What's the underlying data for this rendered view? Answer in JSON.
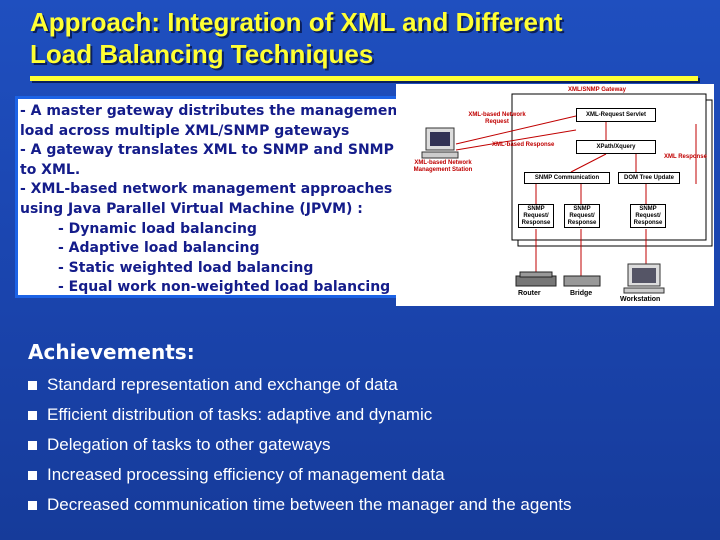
{
  "slide": {
    "title_line1": "Approach: Integration of XML and Different",
    "title_line2": "Load Balancing Techniques"
  },
  "textbox": {
    "lines": [
      "- A master gateway distributes the management",
      "load across multiple XML/SNMP gateways",
      "- A gateway translates XML to SNMP and SNMP",
      "to XML.",
      "- XML-based network management approaches",
      "using Java Parallel Virtual Machine (JPVM) :"
    ],
    "sub_items": [
      "- Dynamic load balancing",
      "- Adaptive load balancing",
      "- Static weighted load balancing",
      "- Equal work non-weighted load balancing"
    ]
  },
  "diagram": {
    "gateway_title": "XML/SNMP Gateway",
    "request_label": "XML-based Network Request",
    "response_label": "XML-based Response",
    "manager_label": "XML-based Network Management Station",
    "xml_response_label": "XML Response",
    "xml_request_servlet": "XML-Request Servlet",
    "xpath_query": "XPath/Xquery",
    "snmp_communication": "SNMP Communication",
    "dom_tree_update": "DOM Tree Update",
    "snmp_box1": "SNMP Request/ Response",
    "snmp_box2": "SNMP Request/ Response",
    "snmp_box3": "SNMP Request/ Response",
    "router_label": "Router",
    "bridge_label": "Bridge",
    "workstation_label": "Workstation"
  },
  "achievements": {
    "title": "Achievements:",
    "items": [
      "Standard representation and exchange of data",
      "Efficient distribution of tasks: adaptive and dynamic",
      "Delegation of tasks to other gateways",
      "Increased processing efficiency of management data",
      "Decreased communication time between the manager and the agents"
    ]
  },
  "colors": {
    "background": "#1a44ad",
    "title": "#ffff33",
    "textbox_text": "#141c8a",
    "textbox_border": "#1c63e6",
    "diagram_label": "#c00000"
  }
}
